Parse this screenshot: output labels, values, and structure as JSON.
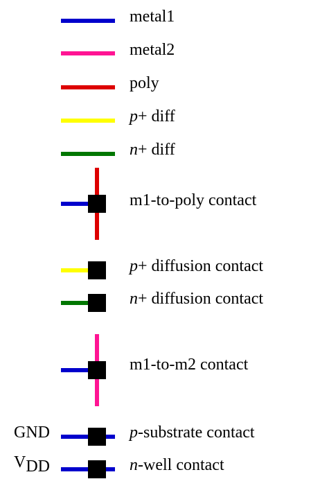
{
  "legend": {
    "items": [
      {
        "id": "metal1",
        "label": "metal1",
        "color": "#0000cc"
      },
      {
        "id": "metal2",
        "label": "metal2",
        "color": "#ff1493"
      },
      {
        "id": "poly",
        "label": "poly",
        "color": "#dd0000"
      },
      {
        "id": "p-diff",
        "label_em": "p",
        "label_rest": "+ diff",
        "color": "#ffff00"
      },
      {
        "id": "n-diff",
        "label_em": "n",
        "label_rest": "+ diff",
        "color": "#007700"
      }
    ],
    "contacts": [
      {
        "id": "m1-poly",
        "label": "m1-to-poly contact"
      },
      {
        "id": "p-diffusion",
        "label_em": "p",
        "label_rest": "+ diffusion contact"
      },
      {
        "id": "n-diffusion",
        "label_em": "n",
        "label_rest": "+ diffusion contact"
      },
      {
        "id": "m1-m2",
        "label": "m1-to-m2 contact"
      },
      {
        "id": "p-substrate",
        "label_em": "p",
        "label_rest": "-substrate contact",
        "side_label": "GND"
      },
      {
        "id": "n-well",
        "label_em": "n",
        "label_rest": "-well contact",
        "side_label_main": "V",
        "side_label_sub": "DD"
      }
    ],
    "contact_color": "#000000"
  }
}
